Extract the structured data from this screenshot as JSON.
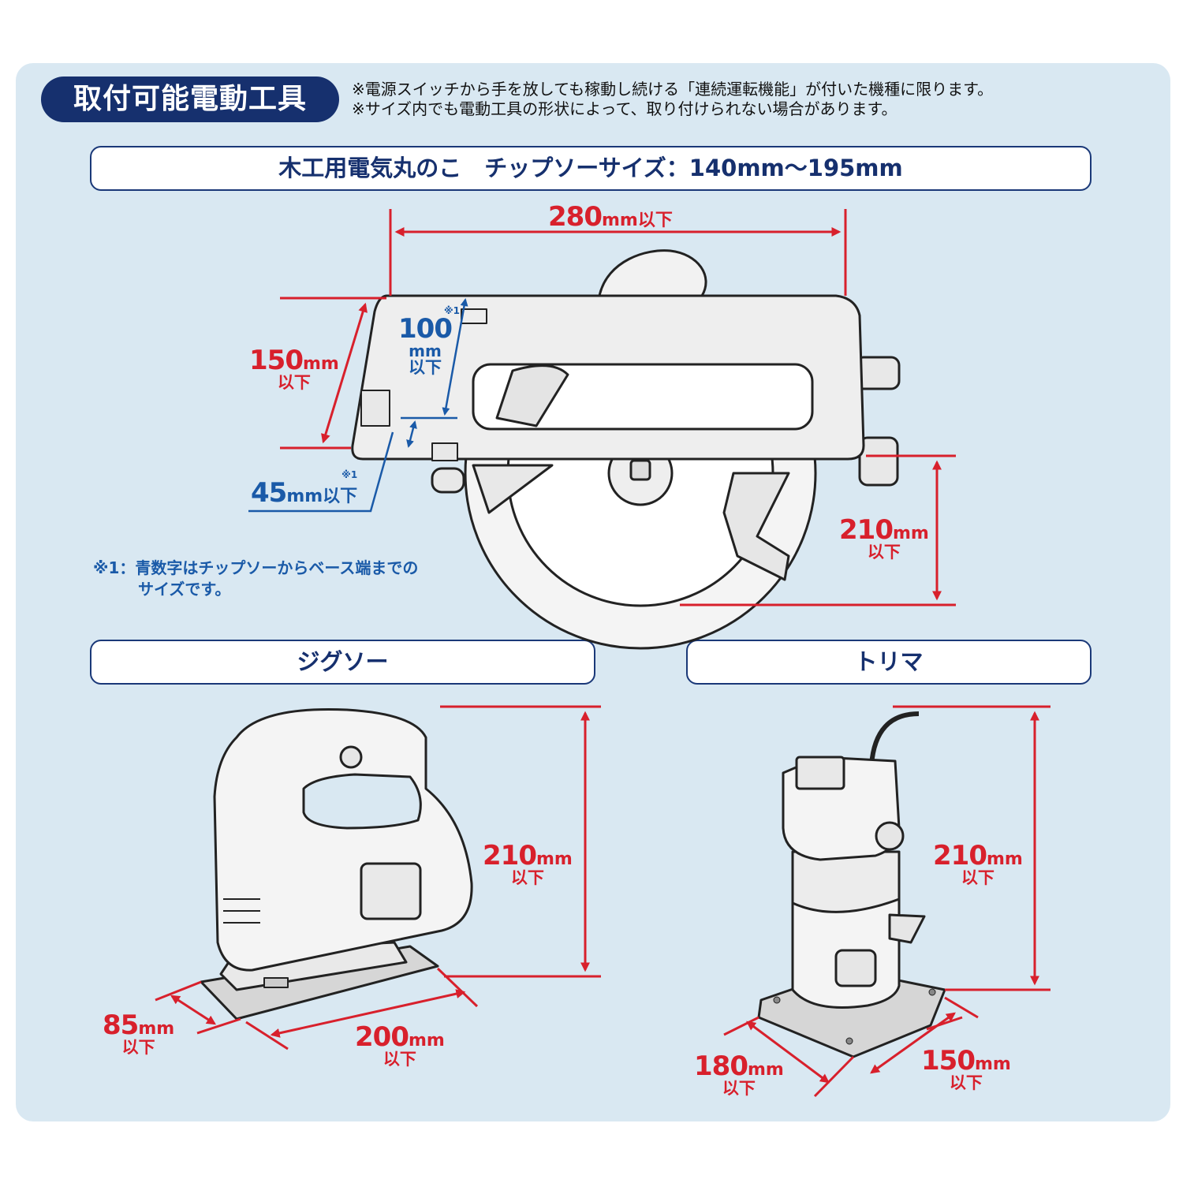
{
  "header": {
    "title": "取付可能電動工具",
    "note1": "※電源スイッチから手を放しても稼動し続ける「連続運転機能」が付いた機種に限ります。",
    "note2": "※サイズ内でも電動工具の形状によって、取り付けられない場合があります。"
  },
  "circular_saw": {
    "label": "木工用電気丸のこ　チップソーサイズ：140mm～195mm",
    "width": "280",
    "width_unit": "mm以下",
    "depth": "150",
    "depth_unit": "mm",
    "depth_below": "以下",
    "height": "210",
    "height_unit": "mm",
    "height_below": "以下",
    "blade_depth": "100",
    "blade_depth_unit": "mm",
    "blade_depth_below": "以下",
    "blade_depth_mark": "※1",
    "blade_side": "45",
    "blade_side_unit": "mm以下",
    "blade_side_mark": "※1",
    "footnote_line1": "※1：青数字はチップソーからベース端までの",
    "footnote_line2": "サイズです。"
  },
  "jigsaw": {
    "label": "ジグソー",
    "height": "210",
    "height_unit": "mm",
    "height_below": "以下",
    "width": "85",
    "width_unit": "mm",
    "width_below": "以下",
    "length": "200",
    "length_unit": "mm",
    "length_below": "以下"
  },
  "trimmer": {
    "label": "トリマ",
    "height": "210",
    "height_unit": "mm",
    "height_below": "以下",
    "depth": "180",
    "depth_unit": "mm",
    "depth_below": "以下",
    "width": "150",
    "width_unit": "mm",
    "width_below": "以下"
  },
  "colors": {
    "panel": "#d9e8f2",
    "navy": "#16306e",
    "red": "#d8202c",
    "blue": "#1a5aa8"
  }
}
